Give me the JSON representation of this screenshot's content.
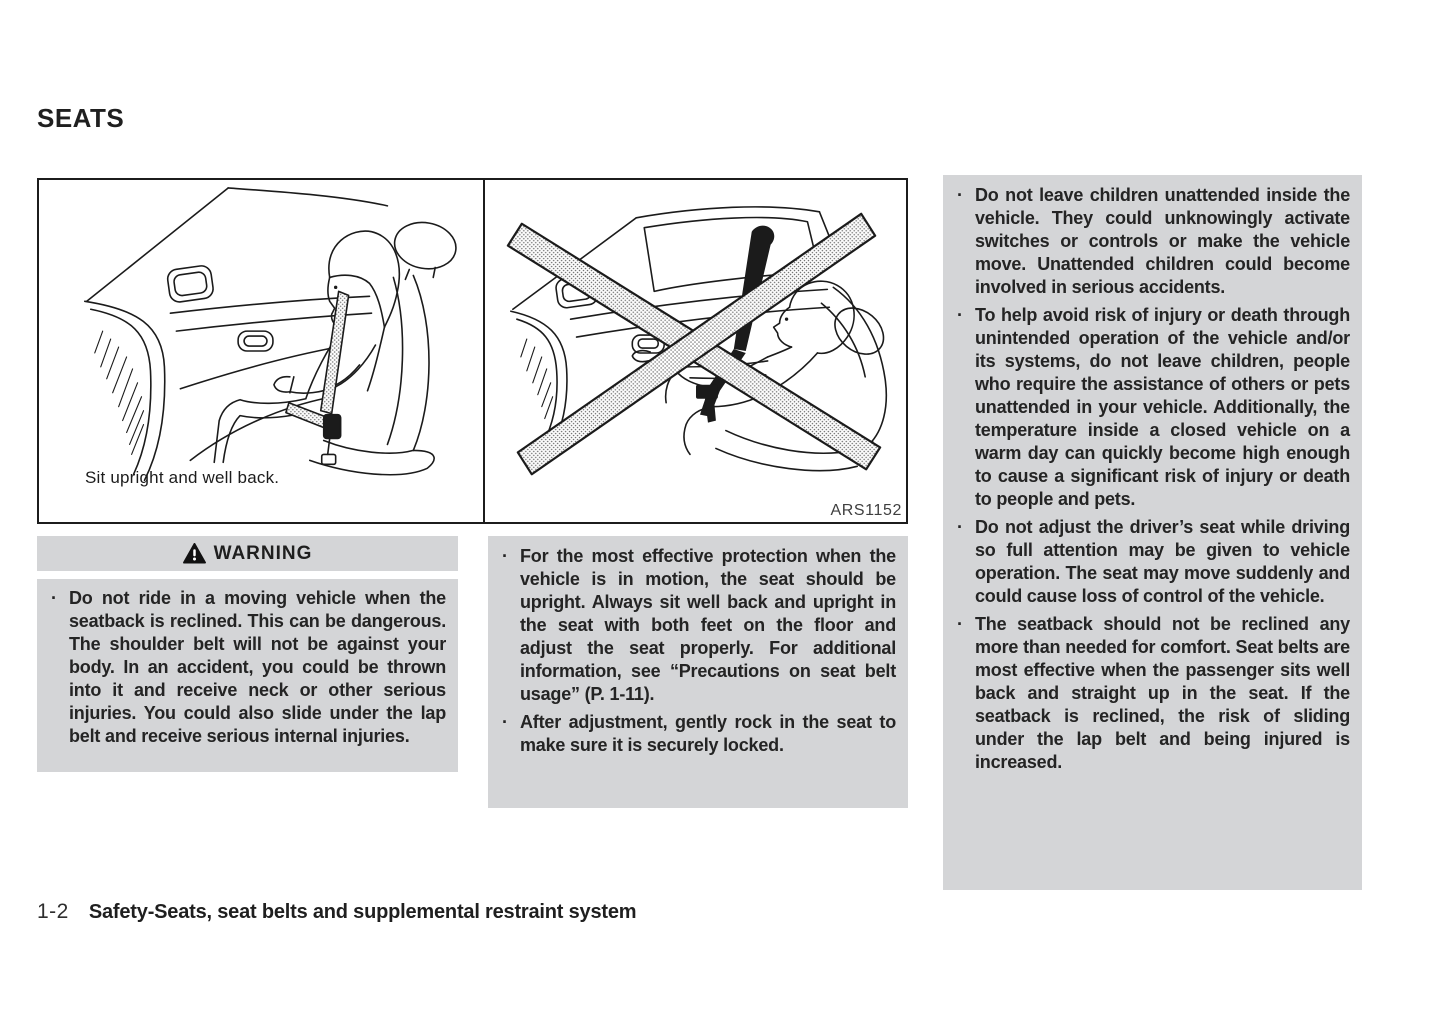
{
  "page": {
    "title": "SEATS",
    "colors": {
      "background": "#ffffff",
      "panel_gray": "#d4d5d7",
      "text": "#242424",
      "line_art": "#1b1b1b"
    }
  },
  "bullet_char": "·",
  "figure": {
    "caption": "Sit upright and well back.",
    "code": "ARS1152",
    "panels": [
      {
        "name": "upright-seating-illustration",
        "description": "Line drawing of a person sitting upright in a car seat wearing a seat belt"
      },
      {
        "name": "reclined-seat-crossed-illustration",
        "description": "Line drawing of a person riding with seatback reclined, crossed out with a large X"
      }
    ]
  },
  "warning": {
    "icon": "warning-triangle",
    "label": "WARNING",
    "bullets": [
      {
        "text": "Do not ride in a moving vehicle when the seatback is reclined. This can be dangerous. The shoulder belt will not be against your body. In an accident, you could be thrown into it and receive neck or other serious injuries. You could also slide under the lap belt and receive serious internal injuries."
      }
    ]
  },
  "center_column": {
    "bullets": [
      {
        "text": "For the most effective protection when the vehicle is in motion, the seat should be upright. Always sit well back and upright in the seat with both feet on the floor and adjust the seat properly. For additional information, see “Precautions on seat belt usage” (P. 1-11)."
      },
      {
        "text": "After adjustment, gently rock in the seat to make sure it is securely locked."
      }
    ]
  },
  "right_column": {
    "bullets": [
      {
        "text": "Do not leave children unattended inside the vehicle. They could unknowingly activate switches or controls or make the vehicle move. Unattended children could become involved in serious accidents."
      },
      {
        "text": "To help avoid risk of injury or death through unintended operation of the vehicle and/or its systems, do not leave children, people who require the assistance of others or pets unattended in your vehicle. Additionally, the temperature inside a closed vehicle on a warm day can quickly become high enough to cause a significant risk of injury or death to people and pets."
      },
      {
        "text": "Do not adjust the driver’s seat while driving so full attention may be given to vehicle operation. The seat may move suddenly and could cause loss of control of the vehicle."
      },
      {
        "text": "The seatback should not be reclined any more than needed for comfort. Seat belts are most effective when the passenger sits well back and straight up in the seat. If the seatback is reclined, the risk of sliding under the lap belt and being injured is increased."
      }
    ]
  },
  "footer": {
    "page_number": "1-2",
    "section_title": "Safety-Seats, seat belts and supplemental restraint system"
  }
}
